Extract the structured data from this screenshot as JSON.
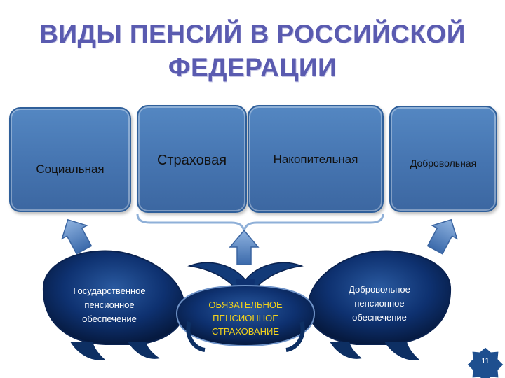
{
  "title": {
    "line1": "ВИДЫ ПЕНСИЙ В РОССИЙСКОЙ",
    "line2": "ФЕДЕРАЦИИ"
  },
  "boxes": {
    "social": "Социальная",
    "insurance": "Страховая",
    "funded": "Накопительная",
    "voluntary": "Добровольная"
  },
  "whales": {
    "state": [
      "Государственное",
      "пенсионное",
      "обеспечение"
    ],
    "mandatory": [
      "ОБЯЗАТЕЛЬНОЕ",
      "ПЕНСИОННОЕ",
      "СТРАХОВАНИЕ"
    ],
    "voluntary": [
      "Добровольное",
      "пенсионное",
      "обеспечение"
    ]
  },
  "page_number": "11",
  "colors": {
    "title": "#5a5bb0",
    "box": "#4a7bb7",
    "whale": "#0d2f63",
    "mandatory_text": "#f2d21b"
  }
}
